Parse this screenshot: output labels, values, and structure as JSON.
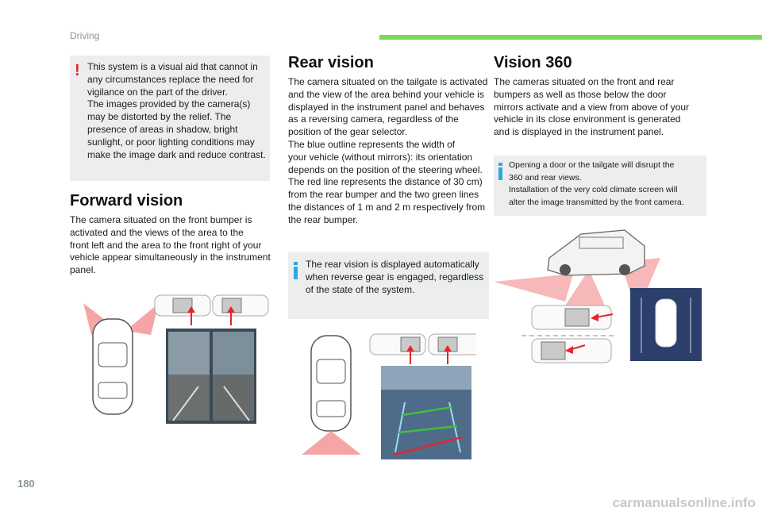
{
  "header": {
    "section": "Driving",
    "accent_color": "#7ed957"
  },
  "warning": {
    "icon": "exclamation-icon",
    "lines": [
      "This system is a visual aid that cannot in",
      "any circumstances replace the need for",
      "vigilance on the part of the driver.",
      "The images provided by the camera(s)",
      "may be distorted by the relief. The",
      "presence of areas in shadow, bright",
      "sunlight, or poor lighting conditions may",
      "make the image dark and reduce contrast."
    ]
  },
  "forward": {
    "title": "Forward vision",
    "lines": [
      "The camera situated on the front bumper is",
      "activated and the views of the area to the",
      "front left and the area to the front right of your",
      "vehicle appear simultaneously in the instrument",
      "panel."
    ]
  },
  "rear": {
    "title": "Rear vision",
    "lines": [
      "The camera situated on the tailgate is activated",
      "and the view of the area behind your vehicle is",
      "displayed in the instrument panel and behaves",
      "as a reversing camera, regardless of the",
      "position of the gear selector.",
      "The blue outline represents the width of",
      "your vehicle (without mirrors): its orientation",
      "depends on the position of the steering wheel.",
      "The red line represents the distance of 30 cm)",
      "from the rear bumper and the two green lines",
      "the distances  of 1 m and 2 m respectively from",
      "the rear bumper."
    ],
    "info": {
      "icon": "info-icon",
      "lines": [
        "The rear vision is displayed automatically",
        "when reverse gear is engaged, regardless",
        "of the state of the system."
      ]
    }
  },
  "vision360": {
    "title": "Vision 360",
    "lines": [
      "The cameras situated on the front and rear",
      "bumpers as well as those below the door",
      "mirrors activate and a view from above of your",
      "vehicle in its close environment is generated",
      "and is displayed in the instrument panel."
    ],
    "info": {
      "icon": "info-icon",
      "lines": [
        "Opening a door or the tailgate will disrupt the",
        "360 and rear views.",
        "Installation of the very cold climate screen will",
        "alter the image transmitted by the front camera."
      ]
    }
  },
  "footer": {
    "page_number": "180",
    "watermark": "carmanualsonline.info"
  }
}
